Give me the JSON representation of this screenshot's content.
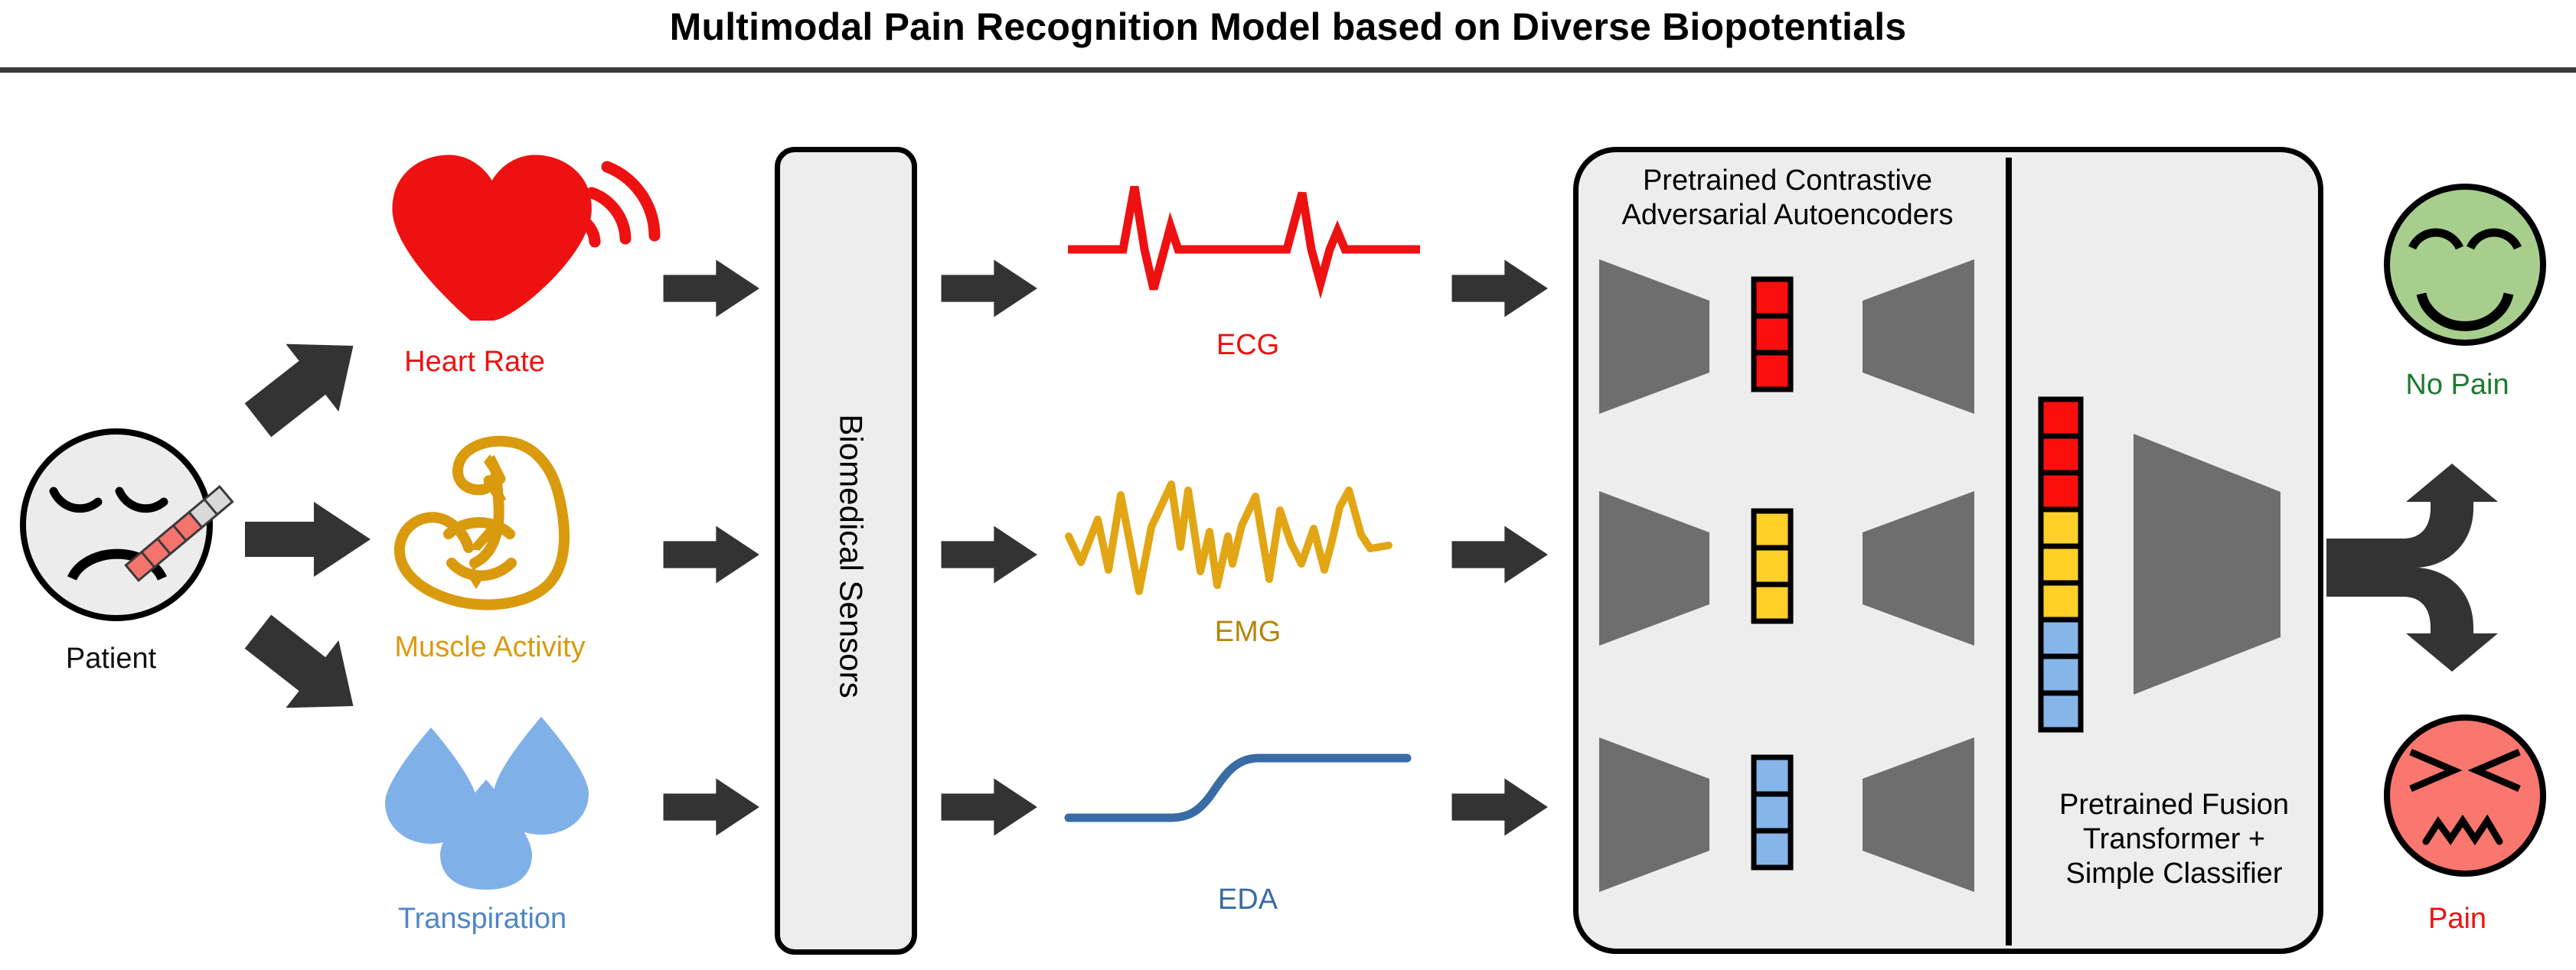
{
  "title": "Multimodal Pain Recognition Model based on Diverse Biopotentials",
  "colors": {
    "ecg_red": "#EE1111",
    "emg_amber": "#E2A513",
    "eda_blue": "#396BA5",
    "arrow_dark": "#333333",
    "trapezoid_gray": "#6E6E6E",
    "panel_fill": "#EDEDED",
    "nopain_green_fill": "#A8CE8E",
    "nopain_green_text": "#1D7A30",
    "pain_red_fill": "#F9776E",
    "pain_red_text": "#EE1111",
    "latent_red": "#FA0E0E",
    "latent_yellow": "#FFD028",
    "latent_blue": "#86B5EA",
    "patient_fill": "#ECECEC",
    "thermo_red": "#F4736C",
    "thermo_gray": "#D9D9D9"
  },
  "patient": {
    "label": "Patient",
    "icon": "sick-face-with-thermometer-icon"
  },
  "modalities": [
    {
      "label": "Heart Rate",
      "icon": "heart-with-signal-waves-icon",
      "color": "#EE1111"
    },
    {
      "label": "Muscle Activity",
      "icon": "flexed-bicep-with-bolt-icon",
      "color": "#D99A0E"
    },
    {
      "label": "Transpiration",
      "icon": "three-sweat-droplets-icon",
      "color": "#4F86C6"
    }
  ],
  "sensors_box": {
    "label": "Biomedical Sensors"
  },
  "signals": [
    {
      "label": "ECG",
      "icon": "ecg-waveform-icon",
      "color": "#EE1111"
    },
    {
      "label": "EMG",
      "icon": "emg-waveform-icon",
      "color": "#E2A513"
    },
    {
      "label": "EDA",
      "icon": "eda-sigmoid-curve-icon",
      "color": "#396BA5"
    }
  ],
  "autoencoders": {
    "title_line1": "Pretrained Contrastive",
    "title_line2": "Adversarial Autoencoders",
    "rows": [
      {
        "modality": "ECG",
        "latent_color": "#FA0E0E",
        "latent_cells": 3
      },
      {
        "modality": "EMG",
        "latent_color": "#FFD028",
        "latent_cells": 3
      },
      {
        "modality": "EDA",
        "latent_color": "#86B5EA",
        "latent_cells": 3
      }
    ]
  },
  "fusion": {
    "title_line1": "Pretrained Fusion",
    "title_line2": "Transformer +",
    "title_line3": "Simple Classifier",
    "stack_colors": [
      "#FA0E0E",
      "#FA0E0E",
      "#FA0E0E",
      "#FFD028",
      "#FFD028",
      "#FFD028",
      "#86B5EA",
      "#86B5EA",
      "#86B5EA"
    ]
  },
  "outputs": [
    {
      "label": "No Pain",
      "icon": "smiling-face-icon",
      "fill": "#A8CE8E",
      "text_color": "#1D7A30"
    },
    {
      "label": "Pain",
      "icon": "grimacing-face-icon",
      "fill": "#F9776E",
      "text_color": "#EE1111"
    }
  ],
  "arrows": {
    "patient_to_heart": "arrow-up-right-icon",
    "patient_to_muscle": "arrow-right-icon",
    "patient_to_sweat": "arrow-down-right-icon",
    "branch": "branching-fork-arrow-icon"
  }
}
